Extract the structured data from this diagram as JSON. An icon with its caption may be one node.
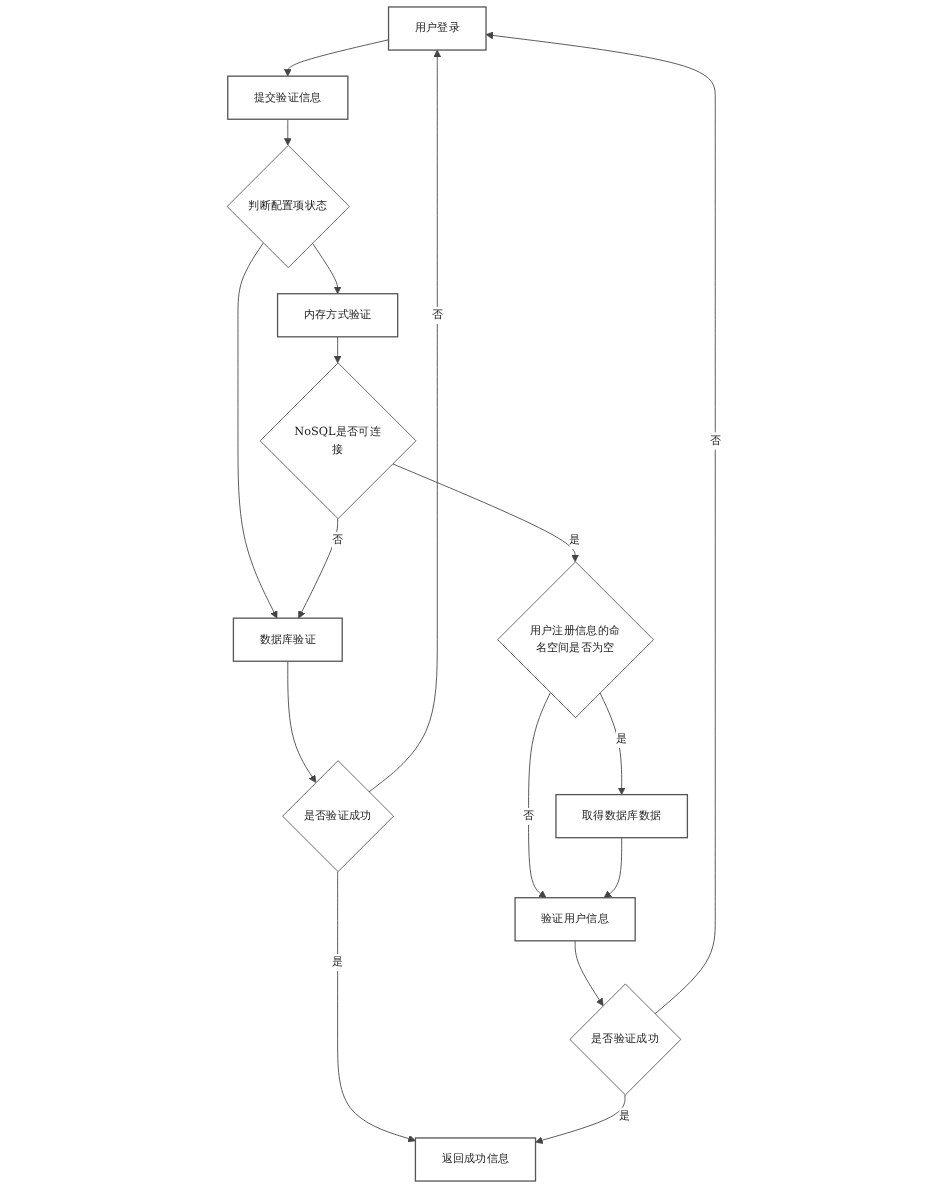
{
  "diagram": {
    "nodes": [
      {
        "text": [
          "用户登录"
        ]
      },
      {
        "text": [
          "提交验证信息"
        ]
      },
      {
        "text": [
          "判断配置项状态"
        ]
      },
      {
        "text": [
          "内存方式验证"
        ]
      },
      {
        "text": [
          "数据库验证"
        ]
      },
      {
        "text": [
          "NoSQL是否可连接"
        ]
      },
      {
        "text": [
          "是否验证成功"
        ]
      },
      {
        "text": [
          "用户注册信息的命名空间是否为空"
        ]
      },
      {
        "text": [
          "取得数据库数据"
        ]
      },
      {
        "text": [
          "验证用户信息"
        ]
      },
      {
        "text": [
          "是否验证成功"
        ]
      },
      {
        "text": [
          "返回成功信息"
        ]
      }
    ],
    "edges": [
      {
        "from": 0,
        "to": 1,
        "arrow": "to"
      },
      {
        "from": 1,
        "to": 2,
        "arrow": "to"
      },
      {
        "from": 2,
        "to": 3,
        "arrow": "to"
      },
      {
        "from": 2,
        "to": 4,
        "arrow": "to"
      },
      {
        "from": 3,
        "to": 5,
        "arrow": "to"
      },
      {
        "from": 5,
        "to": 4,
        "label": "否",
        "arrow": "to"
      },
      {
        "from": 5,
        "to": 7,
        "label": "是",
        "arrow": "to"
      },
      {
        "from": 4,
        "to": 6,
        "arrow": "to"
      },
      {
        "from": 6,
        "to": 0,
        "label": "否",
        "arrow": "to"
      },
      {
        "from": 6,
        "to": 11,
        "label": "是",
        "arrow": "to"
      },
      {
        "from": 7,
        "to": 8,
        "label": "是",
        "arrow": "to"
      },
      {
        "from": 7,
        "to": 9,
        "label": "否",
        "arrow": "to"
      },
      {
        "from": 8,
        "to": 9,
        "arrow": "to"
      },
      {
        "from": 9,
        "to": 10,
        "arrow": "to"
      },
      {
        "from": 10,
        "to": 0,
        "label": "否",
        "arrow": "to"
      },
      {
        "from": 10,
        "to": 11,
        "label": "是",
        "arrow": "to"
      }
    ]
  }
}
